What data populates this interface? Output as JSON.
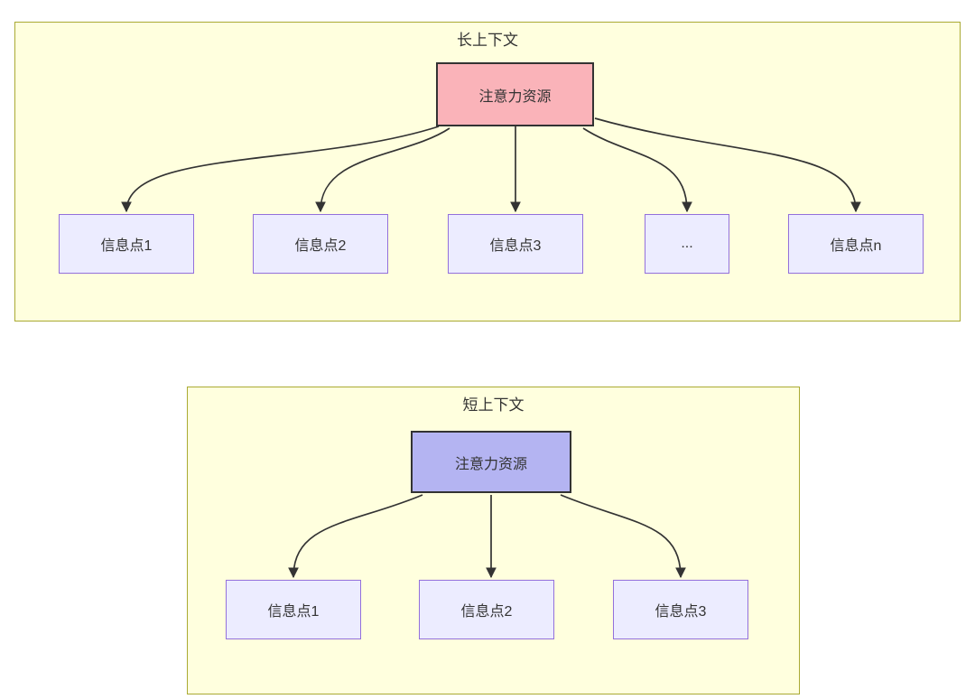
{
  "diagram": {
    "type": "flowchart",
    "long_context": {
      "title": "长上下文",
      "attention_label": "注意力资源",
      "nodes": [
        "信息点1",
        "信息点2",
        "信息点3",
        "...",
        "信息点n"
      ]
    },
    "short_context": {
      "title": "短上下文",
      "attention_label": "注意力资源",
      "nodes": [
        "信息点1",
        "信息点2",
        "信息点3"
      ]
    },
    "colors": {
      "cluster_fill": "#ffffde",
      "cluster_border": "#aaaa33",
      "info_node_fill": "#ececff",
      "info_node_border": "#9370db",
      "attention_long_fill": "#fab3b9",
      "attention_short_fill": "#b4b4f2",
      "attention_border": "#333333",
      "edge_color": "#333333",
      "text_color": "#333333"
    }
  }
}
